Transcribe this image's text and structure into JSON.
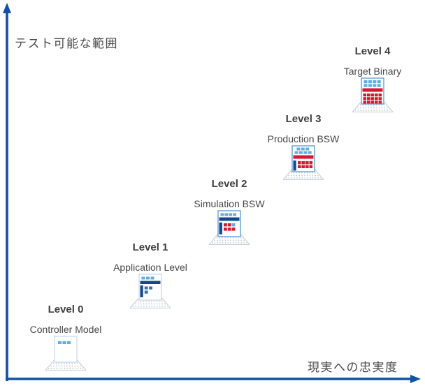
{
  "diagram": {
    "y_axis_label": "テスト可能な範囲",
    "x_axis_label": "現実への忠実度"
  },
  "levels": [
    {
      "title": "Level 0",
      "subtitle": "Controller Model",
      "icon": "computer-blank-card-icon"
    },
    {
      "title": "Level 1",
      "subtitle": "Application Level",
      "icon": "computer-app-blocks-icon"
    },
    {
      "title": "Level 2",
      "subtitle": "Simulation BSW",
      "icon": "computer-sim-blocks-icon"
    },
    {
      "title": "Level 3",
      "subtitle": "Production BSW",
      "icon": "computer-prod-blocks-icon"
    },
    {
      "title": "Level 4",
      "subtitle": "Target Binary",
      "icon": "computer-binary-blocks-icon"
    }
  ],
  "colors": {
    "axis_blue": "#0f52a6",
    "cell_sky_blue": "#5fade2",
    "bar_navy": "#17468f",
    "cell_mid_blue": "#2e74b5",
    "cell_red": "#d51931",
    "title_gray": "#3e3e3e",
    "subtitle_gray": "#474747"
  }
}
